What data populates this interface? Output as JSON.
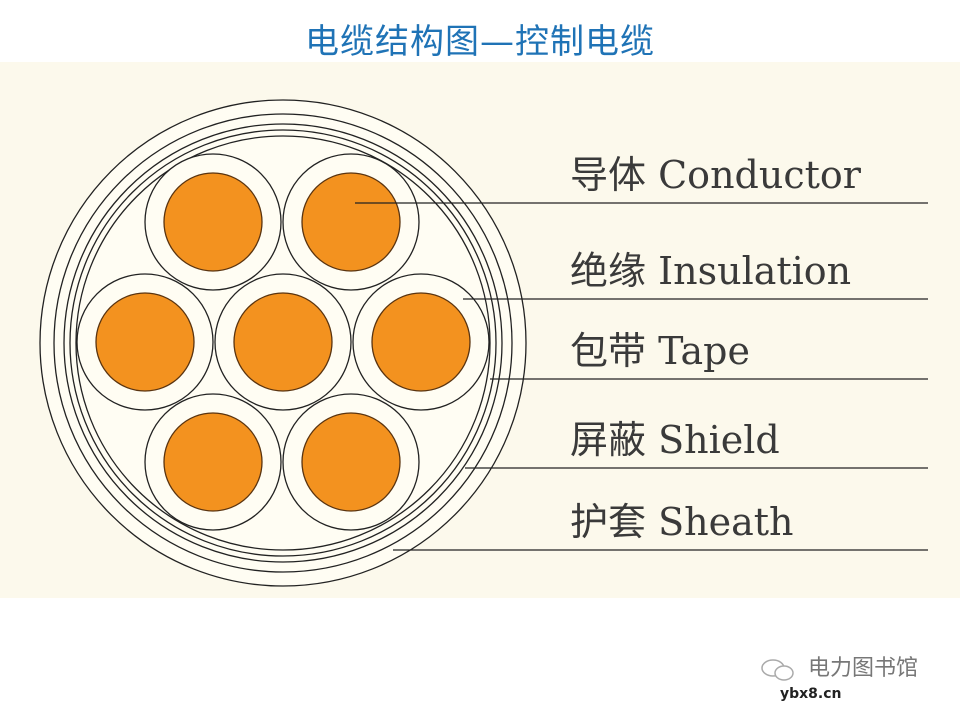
{
  "title": "电缆结构图—控制电缆",
  "colors": {
    "title": "#1f73b6",
    "conductor": "#f3921f",
    "background": "#fcf9ec"
  },
  "labels": [
    {
      "cn": "导体",
      "en": "Conductor"
    },
    {
      "cn": "绝缘",
      "en": "Insulation"
    },
    {
      "cn": "包带",
      "en": "Tape"
    },
    {
      "cn": "屏蔽",
      "en": "Shield"
    },
    {
      "cn": "护套",
      "en": "Sheath"
    }
  ],
  "watermark": {
    "name": "电力图书馆",
    "url": "ybx8.cn",
    "icon": "wechat-icon"
  }
}
